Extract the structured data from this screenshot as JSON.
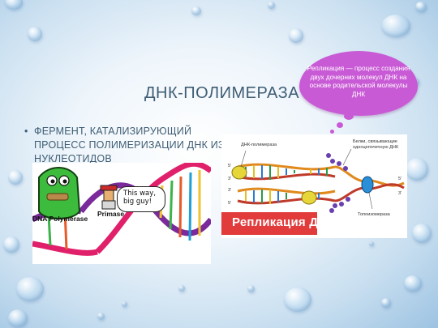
{
  "slide": {
    "title": "ДНК-ПОЛИМЕРАЗА",
    "bullet": "ФЕРМЕНТ, КАТАЛИЗИРУЮЩИЙ ПРОЦЕСС ПОЛИМЕРИЗАЦИИ ДНК ИЗ НУКЛЕОТИДОВ",
    "bullet_marker": "•"
  },
  "callout": {
    "text": "Репликация — процесс создания двух дочерних молекул ДНК на основе родительской молекулы ДНК",
    "color": "#c95ad6"
  },
  "left_image": {
    "dna_polymerase_label": "DNA Polymerase",
    "primase_label": "Primase",
    "speech": "This way, big guy!"
  },
  "right_image": {
    "banner": "Репликация ДНК",
    "banner_color": "#e23b3b",
    "label_polymerase": "ДНК-полимераза",
    "label_proteins": "Белки, связывающие одноцепочечную ДНК",
    "label_topo": "Топоизомераза",
    "strand_labels": [
      "5'",
      "3'",
      "3'",
      "5'",
      "5'",
      "3'"
    ]
  }
}
